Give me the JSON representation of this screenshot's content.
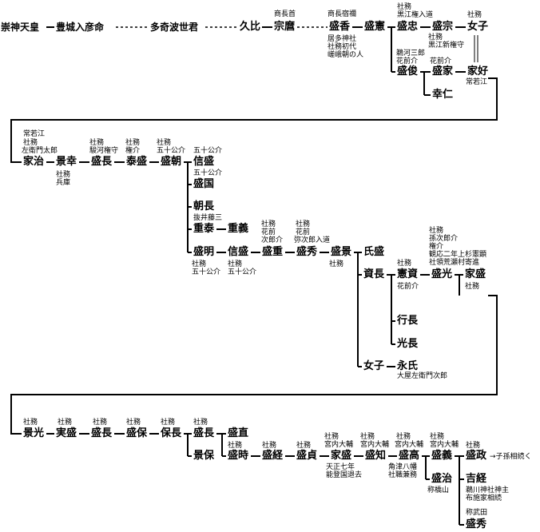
{
  "persons": {
    "sujin": "崇神天皇",
    "toyoki": "豊城入彦命",
    "takiha": "多奇波世君",
    "kuhi": "久比",
    "soma": "宗麿",
    "morika": "盛香",
    "moriken": "盛憲",
    "morichu": "盛忠",
    "morimune": "盛宗",
    "joshi1": "女子",
    "moritoshi": "盛俊",
    "moriie1": "盛家",
    "iekou": "家好",
    "kojin": "幸仁",
    "ieharu": "家治",
    "kageyuki": "景幸",
    "morinaga1": "盛長",
    "yasumori": "泰盛",
    "moritomo": "盛朝",
    "nobumori1": "信盛",
    "morikuni": "盛国",
    "tomonaga": "朝長",
    "shigeyasu": "重泰",
    "shigeyoshi": "重義",
    "moriaki": "盛明",
    "nobumori2": "信盛",
    "morishige": "盛重",
    "morihide1": "盛秀",
    "morikage": "盛景",
    "ujimori": "氏盛",
    "sukenaga": "資長",
    "norisuke": "憲資",
    "morimitsu": "盛光",
    "iemori": "家盛",
    "yukinaga": "行長",
    "mitsunaga": "光長",
    "joshi2": "女子",
    "nagauji": "永氏",
    "kagemitsu": "景光",
    "sanemori": "実盛",
    "morinaga2": "盛長",
    "moriyasu": "盛保",
    "yasunaga": "保長",
    "morinaga3": "盛長",
    "morinao": "盛直",
    "kageyasu": "景保",
    "moritoki": "盛時",
    "morikei": "盛経",
    "moritei": "盛貞",
    "iemori2": "家盛",
    "morichi": "盛知",
    "moritaka": "盛高",
    "moriyoshi": "盛義",
    "moriharu": "盛治",
    "morimasa": "盛政",
    "yoshitsune": "吉経",
    "morihide2": "盛秀"
  },
  "annotations": {
    "soma_top": "商長首",
    "morika_top": "商長宿禰",
    "morika_b1": "居多神社",
    "morika_b2": "社務初代",
    "morika_b3": "嵯峨朝の人",
    "morichu_t1": "社務",
    "morichu_t2": "黒江権入道",
    "joshi1_top": "社務",
    "morimune_b1": "社務",
    "morimune_b2": "黒江新権守",
    "moritoshi_t1": "鵜河三郎",
    "moritoshi_t2": "花前介",
    "moriie1_top": "花前介",
    "iekou_b": "常若江",
    "ieharu_t1": "常若江",
    "ieharu_t2": "社務",
    "ieharu_t3": "左衛門太郎",
    "kageyuki_b1": "社務",
    "kageyuki_b2": "兵庫",
    "morinaga1_t1": "社務",
    "morinaga1_t2": "駿河権守",
    "yasumori_t1": "社務",
    "yasumori_t2": "権介",
    "moritomo_t1": "社務",
    "moritomo_t2": "五十公介",
    "nobumori1_top": "五十公介",
    "morikuni_top": "五十公介",
    "shigeyasu_top": "抜井藤三",
    "morishige_t1": "社務",
    "morishige_t2": "花前",
    "morishige_t3": "次郎介",
    "morihide1_t1": "社務",
    "morihide1_t2": "花前",
    "morihide1_t3": "弥次郎入道",
    "moriaki_b1": "社務",
    "moriaki_b2": "五十公介",
    "nobumori2_b1": "社務",
    "nobumori2_b2": "五十公介",
    "morikage_b": "社務",
    "norisuke_t": "社務",
    "norisuke_b": "花前介",
    "morimitsu_t1": "社務",
    "morimitsu_t2": "孫次郎介",
    "morimitsu_t3": "権介",
    "morimitsu_t4": "観応二年上杉憲顕",
    "morimitsu_t5": "社領荒瀬村寄進",
    "iemori_b": "社務",
    "nagauji_b": "大屋左衛門次郎",
    "kagemitsu_t": "社務",
    "sanemori_t": "社務",
    "morinaga2_t": "社務",
    "moriyasu_t": "社務",
    "yasunaga_t": "社務",
    "morinaga3_t": "社務",
    "moritoki_t": "社務",
    "morikei_t": "社務",
    "moritei_t": "社務",
    "iemori2_t1": "社務",
    "iemori2_t2": "宮内大輔",
    "iemori2_b1": "天正七年",
    "iemori2_b2": "能登国退去",
    "morichi_t1": "社務",
    "morichi_t2": "宮内大輔",
    "moritaka_t1": "社務",
    "moritaka_t2": "宮内大輔",
    "moritaka_b1": "角津八幡",
    "moritaka_b2": "社職兼務",
    "moriyoshi_t1": "社務",
    "moriyoshi_t2": "宮内大輔",
    "morimasa_t": "社務",
    "morimasa_r": "→子孫相続く",
    "moriharu_b": "称橋山",
    "yoshitsune_b1": "鵜川神社神主",
    "yoshitsune_b2": "布施家相続",
    "morihide2_t": "称武田"
  }
}
